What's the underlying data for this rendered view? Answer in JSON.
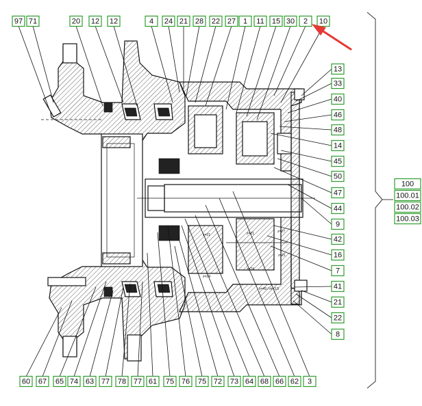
{
  "top_labels": [
    "97",
    "71",
    "20",
    "12",
    "12",
    "4",
    "24",
    "21",
    "28",
    "22",
    "27",
    "1",
    "11",
    "15",
    "30",
    "2",
    "10"
  ],
  "right_labels": [
    "13",
    "33",
    "40",
    "46",
    "48",
    "14",
    "45",
    "50",
    "47",
    "44",
    "9",
    "42",
    "16",
    "7",
    "41",
    "21",
    "22",
    "8"
  ],
  "bottom_labels": [
    "60",
    "67",
    "65",
    "74",
    "63",
    "77",
    "78",
    "77",
    "61",
    "75",
    "76",
    "75",
    "72",
    "73",
    "64",
    "68",
    "66",
    "62",
    "3"
  ],
  "group_labels": [
    "100",
    "100.01",
    "100.02",
    "100.03"
  ],
  "drawing_notes": [
    "z=21",
    "z=21",
    "z=27",
    "z=21",
    "z=24",
    "z=24",
    "z=49 / m=3,5"
  ],
  "colors": {
    "label_border": "#2e9c2e",
    "arrow": "#e53935",
    "line": "#111111"
  }
}
